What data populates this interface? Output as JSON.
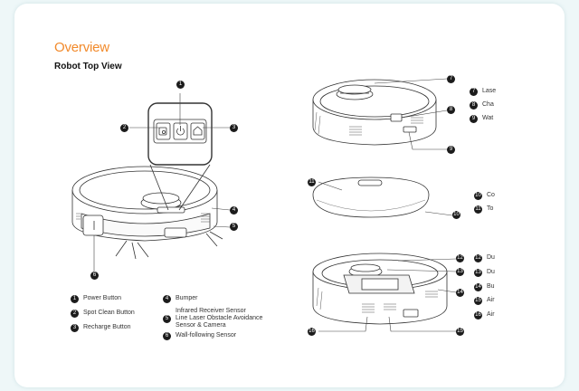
{
  "heading": {
    "title": "Overview",
    "subtitle": "Robot Top View"
  },
  "callouts": [
    "1",
    "2",
    "3",
    "4",
    "5",
    "6",
    "7",
    "8",
    "9",
    "10",
    "11",
    "12",
    "13",
    "14",
    "15",
    "16"
  ],
  "legend_left": [
    {
      "num": "1",
      "text": "Power Button"
    },
    {
      "num": "2",
      "text": "Spot Clean Button"
    },
    {
      "num": "3",
      "text": "Recharge Button"
    },
    {
      "num": "4",
      "text": "Bumper"
    },
    {
      "num": "5",
      "lines": [
        "Infrared Receiver Sensor",
        "Line Laser Obstacle Avoidance",
        "Sensor & Camera"
      ]
    },
    {
      "num": "6",
      "text": "Wall-following Sensor"
    }
  ],
  "legend_right": [
    {
      "num": "7",
      "text": "Lase"
    },
    {
      "num": "8",
      "text": "Cha"
    },
    {
      "num": "9",
      "text": "Wat"
    },
    {
      "num": "10",
      "text": "Co"
    },
    {
      "num": "11",
      "text": "To"
    },
    {
      "num": "12",
      "text": "Du"
    },
    {
      "num": "13",
      "text": "Du"
    },
    {
      "num": "14",
      "text": "Bu"
    },
    {
      "num": "15",
      "text": "Air"
    },
    {
      "num": "16",
      "text": "Air"
    }
  ],
  "colors": {
    "accent": "#f28a2b",
    "ink": "#1c1c1c",
    "line": "#333333"
  }
}
